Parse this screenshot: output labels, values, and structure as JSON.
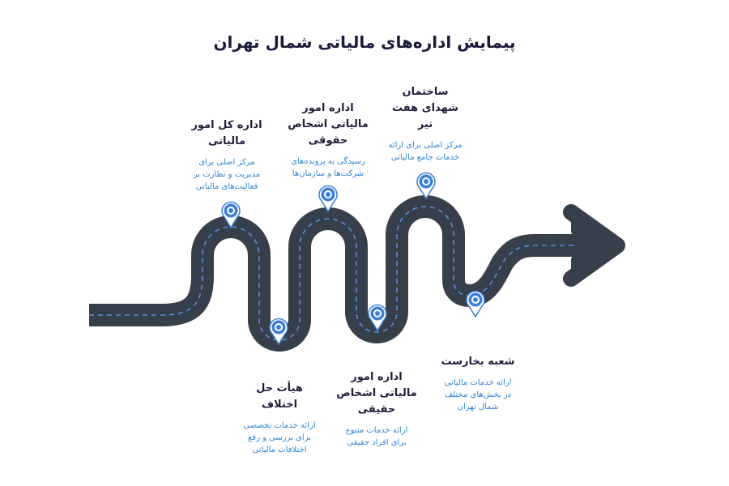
{
  "title": "پیمایش اداره‌های مالیاتی شمال تهران",
  "colors": {
    "road": "#363f4a",
    "lane": "#5a8fd8",
    "pin": "#3d7fd6",
    "heading": "#1f1f3d",
    "desc": "#2e86d6"
  },
  "stops": [
    {
      "heading": [
        "اداره کل امور",
        "مالیاتی"
      ],
      "desc": [
        "مرکز اصلی برای",
        "مدیریت و نظارت بر",
        "فعالیت‌های مالیاتی"
      ]
    },
    {
      "heading": [
        "اداره امور",
        "مالیاتی اشخاص",
        "حقوقی"
      ],
      "desc": [
        "رسیدگی به پرونده‌های",
        "شرکت‌ها و سازمان‌ها"
      ]
    },
    {
      "heading": [
        "ساختمان",
        "شهدای هفت",
        "تیر"
      ],
      "desc": [
        "مرکز اصلی برای ارائه",
        "خدمات جامع مالیاتی"
      ]
    },
    {
      "heading": [
        "هیأت حل",
        "اختلاف"
      ],
      "desc": [
        "ارائه خدمات تخصصی",
        "برای بررسی و رفع",
        "اختلافات مالیاتی"
      ]
    },
    {
      "heading": [
        "اداره امور",
        "مالیاتی اشخاص",
        "حقیقی"
      ],
      "desc": [
        "ارائه خدمات متنوع",
        "برای افراد حقیقی"
      ]
    },
    {
      "heading": [
        "شعبه بخارست"
      ],
      "desc": [
        "ارائه خدمات مالیاتی",
        "در بخش‌های مختلف",
        "شمال تهران"
      ]
    }
  ],
  "pin_icon": "location-pin-icon"
}
